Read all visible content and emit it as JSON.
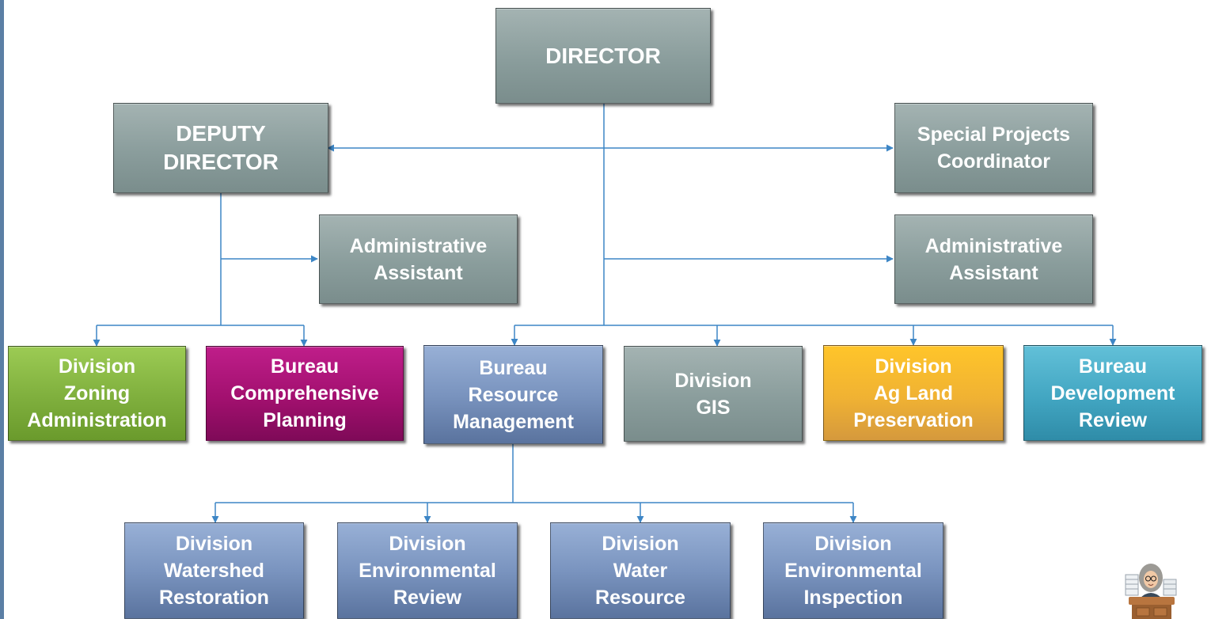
{
  "chart": {
    "director": [
      "DIRECTOR"
    ],
    "deputy_director": [
      "DEPUTY",
      "DIRECTOR"
    ],
    "special_projects": [
      "Special Projects",
      "Coordinator"
    ],
    "admin_assistant_left": [
      "Administrative",
      "Assistant"
    ],
    "admin_assistant_right": [
      "Administrative",
      "Assistant"
    ],
    "zoning": [
      "Division",
      "Zoning",
      "Administration"
    ],
    "comprehensive": [
      "Bureau",
      "Comprehensive",
      "Planning"
    ],
    "resource_mgmt": [
      "Bureau",
      "Resource",
      "Management"
    ],
    "gis": [
      "Division",
      "GIS"
    ],
    "ag_land": [
      "Division",
      "Ag Land",
      "Preservation"
    ],
    "development": [
      "Bureau",
      "Development",
      "Review"
    ],
    "watershed": [
      "Division",
      "Watershed",
      "Restoration"
    ],
    "env_review": [
      "Division",
      "Environmental",
      "Review"
    ],
    "water_resource": [
      "Division",
      "Water",
      "Resource"
    ],
    "env_inspection": [
      "Division",
      "Environmental",
      "Inspection"
    ]
  },
  "colors": {
    "connector": "#3d86c6",
    "gray": "#8a9d9c",
    "green": "#7faf3d",
    "magenta": "#a2106f",
    "blue": "#7a94bf",
    "gold": "#f0b233",
    "teal": "#42a6c2"
  },
  "icons": {
    "mascot": "cartoon-person-at-desk-icon"
  }
}
